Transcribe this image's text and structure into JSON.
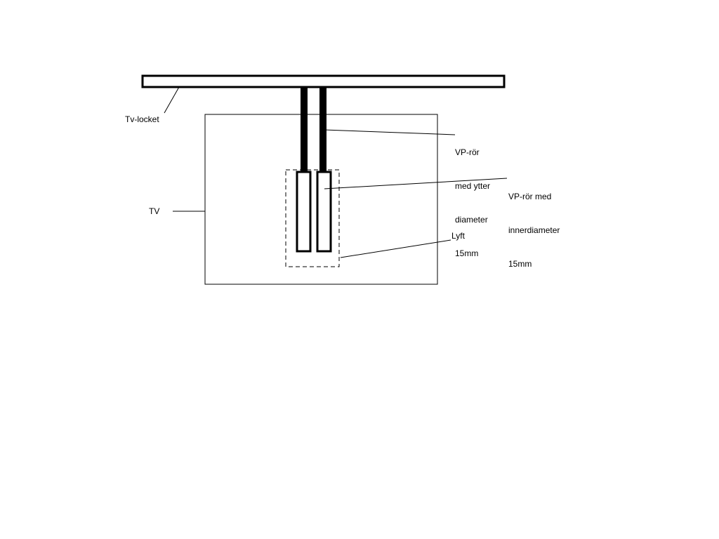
{
  "labels": {
    "lid": "Tv-locket",
    "tv": "TV",
    "outer_pipe": [
      "VP-rör",
      "med ytter",
      "diameter",
      "15mm"
    ],
    "inner_pipe": [
      "VP-rör med",
      "innerdiameter",
      "15mm"
    ],
    "lift": "Lyft"
  },
  "colors": {
    "stroke": "#000000",
    "background": "#ffffff"
  }
}
